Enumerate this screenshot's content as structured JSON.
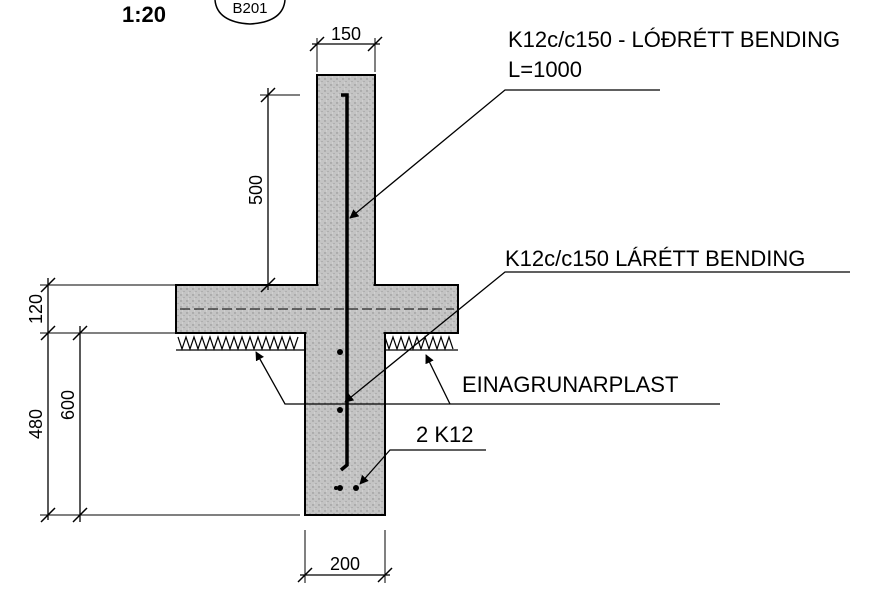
{
  "title": {
    "scale": "1:20",
    "detail_tag": "B201"
  },
  "labels": {
    "vertical_rebar": "K12c/c150 - LÓÐRÉTT BENDING",
    "vertical_rebar_length": "L=1000",
    "horizontal_rebar": "K12c/c150 LÁRÉTT BENDING",
    "insulation": "EINAGRUNARPLAST",
    "bottom_bars": "2 K12"
  },
  "dimensions": {
    "wall_width": "150",
    "wall_embed": "500",
    "slab_thickness": "120",
    "footing_depth_below_slab": "480",
    "footing_total_depth": "600",
    "footing_width": "200"
  },
  "colors": {
    "line": "#000000",
    "concrete": "#bdbdbd",
    "background": "#ffffff"
  }
}
